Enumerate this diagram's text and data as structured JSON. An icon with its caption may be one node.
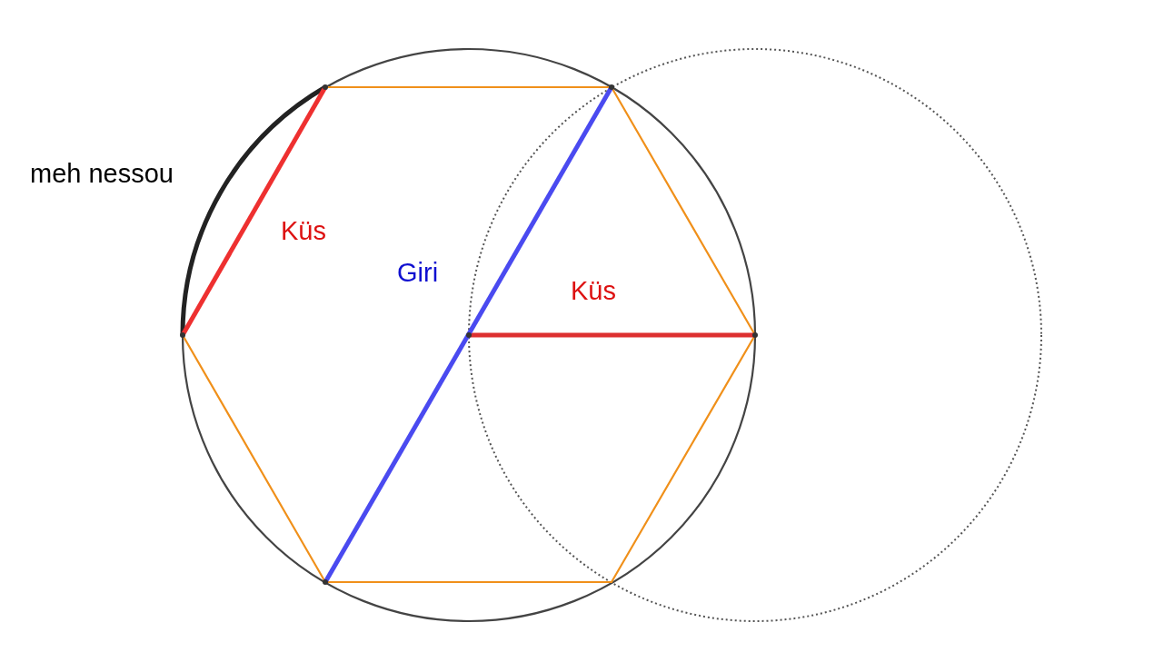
{
  "diagram": {
    "labels": [
      "meh nessou",
      "Küs",
      "Giri",
      "Küs"
    ]
  }
}
